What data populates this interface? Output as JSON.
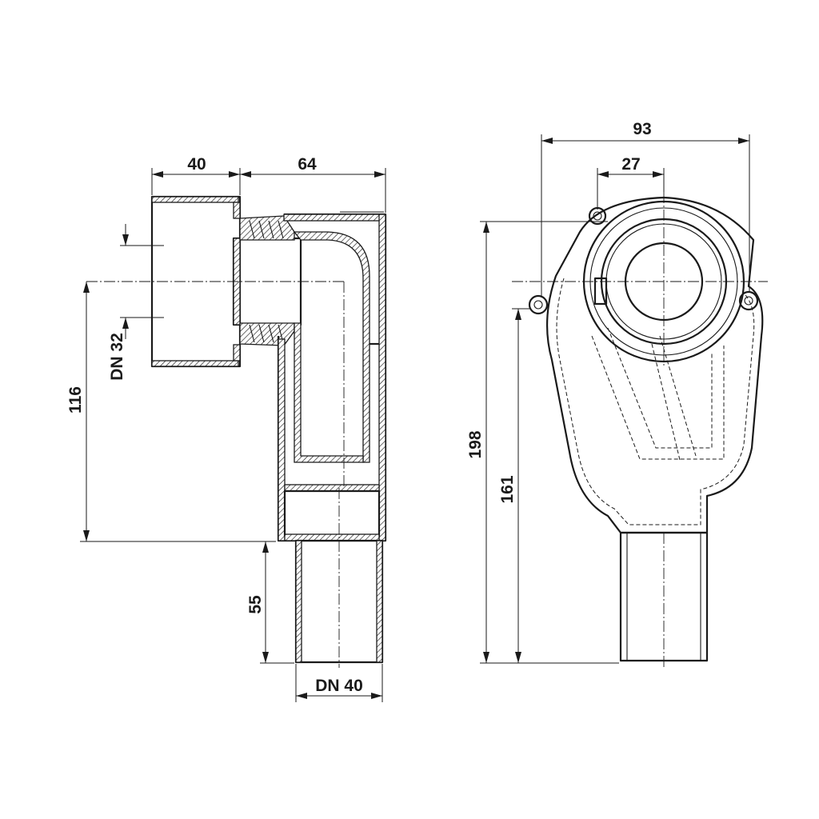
{
  "side_view": {
    "dim_top_left": "40",
    "dim_top_right": "64",
    "dim_inlet": "DN 32",
    "dim_height": "116",
    "dim_outlet_length": "55",
    "dim_outlet": "DN 40"
  },
  "front_view": {
    "dim_total_width": "93",
    "dim_offset": "27",
    "dim_total_height": "198",
    "dim_outlet_height": "161"
  }
}
